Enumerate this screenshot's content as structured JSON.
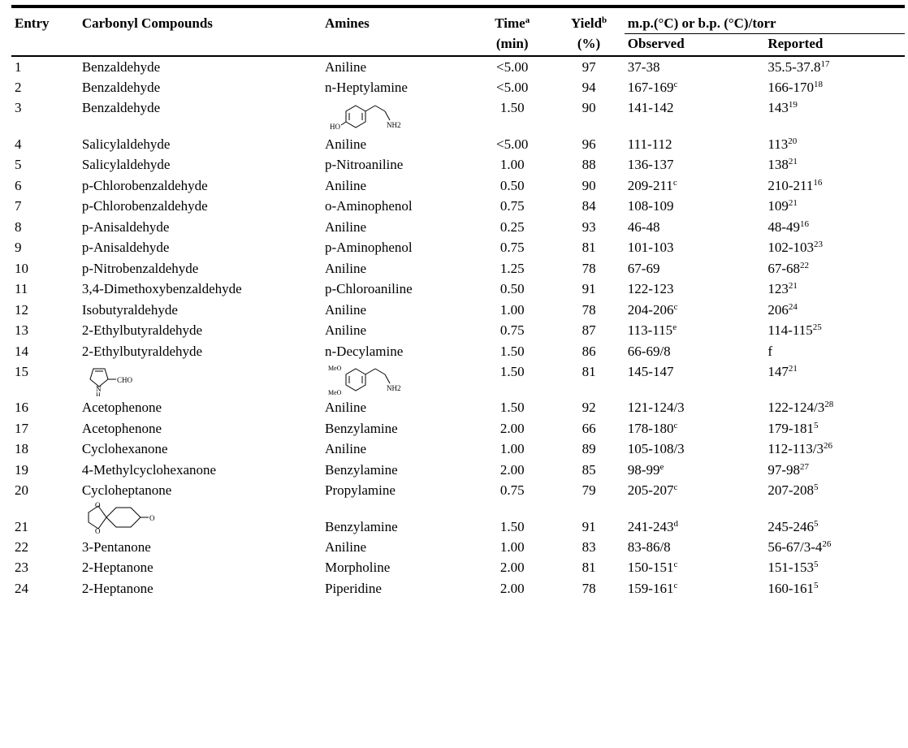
{
  "headers": {
    "entry": "Entry",
    "carbonyl": "Carbonyl Compounds",
    "amines": "Amines",
    "time": "Time",
    "time_sup": "a",
    "time_unit": "(min)",
    "yield": "Yield",
    "yield_sup": "b",
    "yield_unit": "(%)",
    "mp": "m.p.(°C) or b.p. (°C)/torr",
    "observed": "Observed",
    "reported": "Reported"
  },
  "rows": [
    {
      "entry": "1",
      "carbonyl": "Benzaldehyde",
      "amine": "Aniline",
      "time": "<5.00",
      "yield": "97",
      "observed": "37-38",
      "obs_sup": "",
      "reported": "35.5-37.8",
      "rep_sup": "17"
    },
    {
      "entry": "2",
      "carbonyl": "Benzaldehyde",
      "amine": "n-Heptylamine",
      "time": "<5.00",
      "yield": "94",
      "observed": "167-169",
      "obs_sup": "c",
      "reported": "166-170",
      "rep_sup": "18"
    },
    {
      "entry": "3",
      "carbonyl": "Benzaldehyde",
      "amine": "",
      "amine_struct": {
        "label_ho": "HO",
        "label_nh2": "NH2"
      },
      "time": "1.50",
      "yield": "90",
      "observed": "141-142",
      "obs_sup": "",
      "reported": "143",
      "rep_sup": "19"
    },
    {
      "entry": "4",
      "carbonyl": "Salicylaldehyde",
      "amine": "Aniline",
      "time": "<5.00",
      "yield": "96",
      "observed": "111-112",
      "obs_sup": "",
      "reported": "113",
      "rep_sup": "20"
    },
    {
      "entry": "5",
      "carbonyl": "Salicylaldehyde",
      "amine": "p-Nitroaniline",
      "time": "1.00",
      "yield": "88",
      "observed": "136-137",
      "obs_sup": "",
      "reported": "138",
      "rep_sup": "21"
    },
    {
      "entry": "6",
      "carbonyl": "p-Chlorobenzaldehyde",
      "amine": "Aniline",
      "time": "0.50",
      "yield": "90",
      "observed": "209-211",
      "obs_sup": "c",
      "reported": "210-211",
      "rep_sup": "16"
    },
    {
      "entry": "7",
      "carbonyl": "p-Chlorobenzaldehyde",
      "amine": "o-Aminophenol",
      "time": "0.75",
      "yield": "84",
      "observed": "108-109",
      "obs_sup": "",
      "reported": "109",
      "rep_sup": "21"
    },
    {
      "entry": "8",
      "carbonyl": "p-Anisaldehyde",
      "amine": "Aniline",
      "time": "0.25",
      "yield": "93",
      "observed": "46-48",
      "obs_sup": "",
      "reported": "48-49",
      "rep_sup": "16"
    },
    {
      "entry": "9",
      "carbonyl": "p-Anisaldehyde",
      "amine": "p-Aminophenol",
      "time": "0.75",
      "yield": "81",
      "observed": "101-103",
      "obs_sup": "",
      "reported": "102-103",
      "rep_sup": "23"
    },
    {
      "entry": "10",
      "carbonyl": "p-Nitrobenzaldehyde",
      "amine": "Aniline",
      "time": "1.25",
      "yield": "78",
      "observed": "67-69",
      "obs_sup": "",
      "reported": "67-68",
      "rep_sup": "22"
    },
    {
      "entry": "11",
      "carbonyl": "3,4-Dimethoxybenzaldehyde",
      "amine": "p-Chloroaniline",
      "time": "0.50",
      "yield": "91",
      "observed": "122-123",
      "obs_sup": "",
      "reported": "123",
      "rep_sup": "21"
    },
    {
      "entry": "12",
      "carbonyl": "Isobutyraldehyde",
      "amine": "Aniline",
      "time": "1.00",
      "yield": "78",
      "observed": "204-206",
      "obs_sup": "c",
      "reported": "206",
      "rep_sup": "24"
    },
    {
      "entry": "13",
      "carbonyl": "2-Ethylbutyraldehyde",
      "amine": "Aniline",
      "time": "0.75",
      "yield": "87",
      "observed": "113-115",
      "obs_sup": "e",
      "reported": "114-115",
      "rep_sup": "25"
    },
    {
      "entry": "14",
      "carbonyl": "2-Ethylbutyraldehyde",
      "amine": "n-Decylamine",
      "time": "1.50",
      "yield": "86",
      "observed": "66-69/8",
      "obs_sup": "",
      "reported": "f",
      "rep_sup": ""
    },
    {
      "entry": "15",
      "carbonyl": "",
      "carbonyl_struct": {
        "label_cho": "CHO",
        "label_n": "N",
        "label_h": "H"
      },
      "amine": "",
      "amine_struct": {
        "label_meo1": "MeO",
        "label_meo2": "MeO",
        "label_nh2": "NH2"
      },
      "time": "1.50",
      "yield": "81",
      "observed": "145-147",
      "obs_sup": "",
      "reported": "147",
      "rep_sup": "21"
    },
    {
      "entry": "16",
      "carbonyl": "Acetophenone",
      "amine": "Aniline",
      "time": "1.50",
      "yield": "92",
      "observed": "121-124/3",
      "obs_sup": "",
      "reported": "122-124/3",
      "rep_sup": "28"
    },
    {
      "entry": "17",
      "carbonyl": "Acetophenone",
      "amine": "Benzylamine",
      "time": "2.00",
      "yield": "66",
      "observed": "178-180",
      "obs_sup": "c",
      "reported": "179-181",
      "rep_sup": "5"
    },
    {
      "entry": "18",
      "carbonyl": "Cyclohexanone",
      "amine": "Aniline",
      "time": "1.00",
      "yield": "89",
      "observed": "105-108/3",
      "obs_sup": "",
      "reported": "112-113/3",
      "rep_sup": "26"
    },
    {
      "entry": "19",
      "carbonyl": "4-Methylcyclohexanone",
      "amine": "Benzylamine",
      "time": "2.00",
      "yield": "85",
      "observed": "98-99",
      "obs_sup": "e",
      "reported": "97-98",
      "rep_sup": "27"
    },
    {
      "entry": "20",
      "carbonyl": "Cycloheptanone",
      "amine": "Propylamine",
      "time": "0.75",
      "yield": "79",
      "observed": "205-207",
      "obs_sup": "c",
      "reported": "207-208",
      "rep_sup": "5"
    },
    {
      "entry": "21",
      "carbonyl": "",
      "carbonyl_struct": {
        "label_o1": "O",
        "label_o2": "O",
        "label_o3": "O"
      },
      "amine": "Benzylamine",
      "time": "1.50",
      "yield": "91",
      "observed": "241-243",
      "obs_sup": "d",
      "reported": "245-246",
      "rep_sup": "5"
    },
    {
      "entry": "22",
      "carbonyl": "3-Pentanone",
      "amine": "Aniline",
      "time": "1.00",
      "yield": "83",
      "observed": "83-86/8",
      "obs_sup": "",
      "reported": "56-67/3-4",
      "rep_sup": "26"
    },
    {
      "entry": "23",
      "carbonyl": "2-Heptanone",
      "amine": "Morpholine",
      "time": "2.00",
      "yield": "81",
      "observed": "150-151",
      "obs_sup": "c",
      "reported": "151-153",
      "rep_sup": "5"
    },
    {
      "entry": "24",
      "carbonyl": "2-Heptanone",
      "amine": "Piperidine",
      "time": "2.00",
      "yield": "78",
      "observed": "159-161",
      "obs_sup": "c",
      "reported": "160-161",
      "rep_sup": "5"
    }
  ]
}
